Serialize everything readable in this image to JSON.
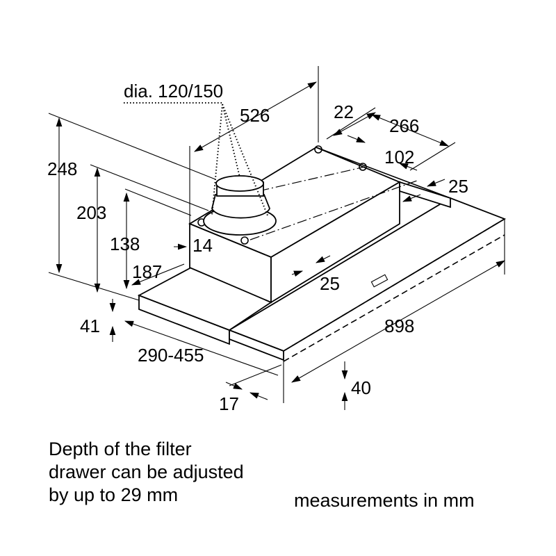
{
  "diagram": {
    "duct_diameter_label": "dia. 120/150",
    "dimensions": {
      "d526": "526",
      "d22": "22",
      "d266": "266",
      "d102": "102",
      "d25_top": "25",
      "d248": "248",
      "d203": "203",
      "d138": "138",
      "d14": "14",
      "d187": "187",
      "d25_mid": "25",
      "d41": "41",
      "d898": "898",
      "d290_455": "290-455",
      "d40": "40",
      "d17": "17"
    }
  },
  "notes": {
    "drawer_note_lines": [
      "Depth of the filter",
      "drawer can be adjusted",
      "by up to 29 mm"
    ],
    "units_note": "measurements in mm"
  }
}
